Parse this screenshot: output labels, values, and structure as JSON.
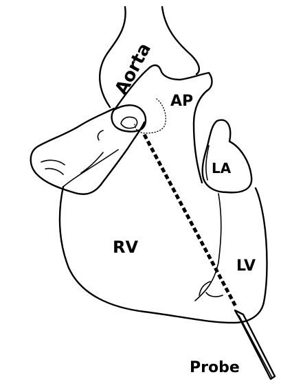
{
  "labels": {
    "aorta": "Aorta",
    "ap": "AP",
    "la": "LA",
    "rv": "RV",
    "lv": "LV",
    "probe": "Probe"
  },
  "colors": {
    "ink": "#000000",
    "background": "#ffffff"
  }
}
